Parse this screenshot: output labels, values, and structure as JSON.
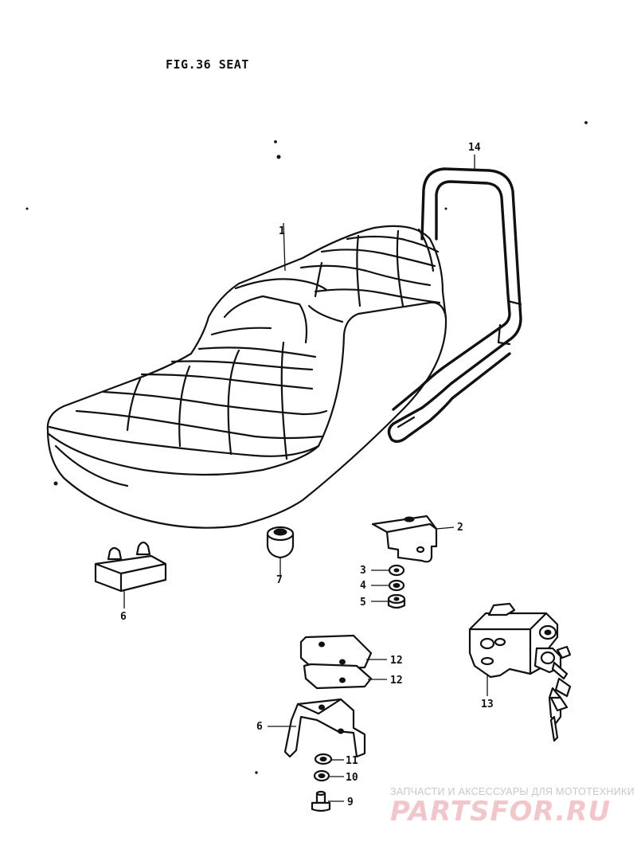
{
  "figure": {
    "title": "FIG.36  SEAT"
  },
  "callouts": [
    {
      "id": "c1",
      "label": "1"
    },
    {
      "id": "c2",
      "label": "2"
    },
    {
      "id": "c3",
      "label": "3"
    },
    {
      "id": "c4",
      "label": "4"
    },
    {
      "id": "c5",
      "label": "5"
    },
    {
      "id": "c6a",
      "label": "6"
    },
    {
      "id": "c6b",
      "label": "6"
    },
    {
      "id": "c7",
      "label": "7"
    },
    {
      "id": "c9",
      "label": "9"
    },
    {
      "id": "c10",
      "label": "10"
    },
    {
      "id": "c11",
      "label": "11"
    },
    {
      "id": "c12a",
      "label": "12"
    },
    {
      "id": "c12b",
      "label": "12"
    },
    {
      "id": "c13",
      "label": "13"
    },
    {
      "id": "c14",
      "label": "14"
    }
  ],
  "watermark": {
    "tagline": "ЗАПЧАСТИ И АКСЕССУАРЫ ДЛЯ МОТОТЕХНИКИ",
    "logo": "PARTSFOR.RU",
    "logo_color": "#f1c7cb"
  }
}
